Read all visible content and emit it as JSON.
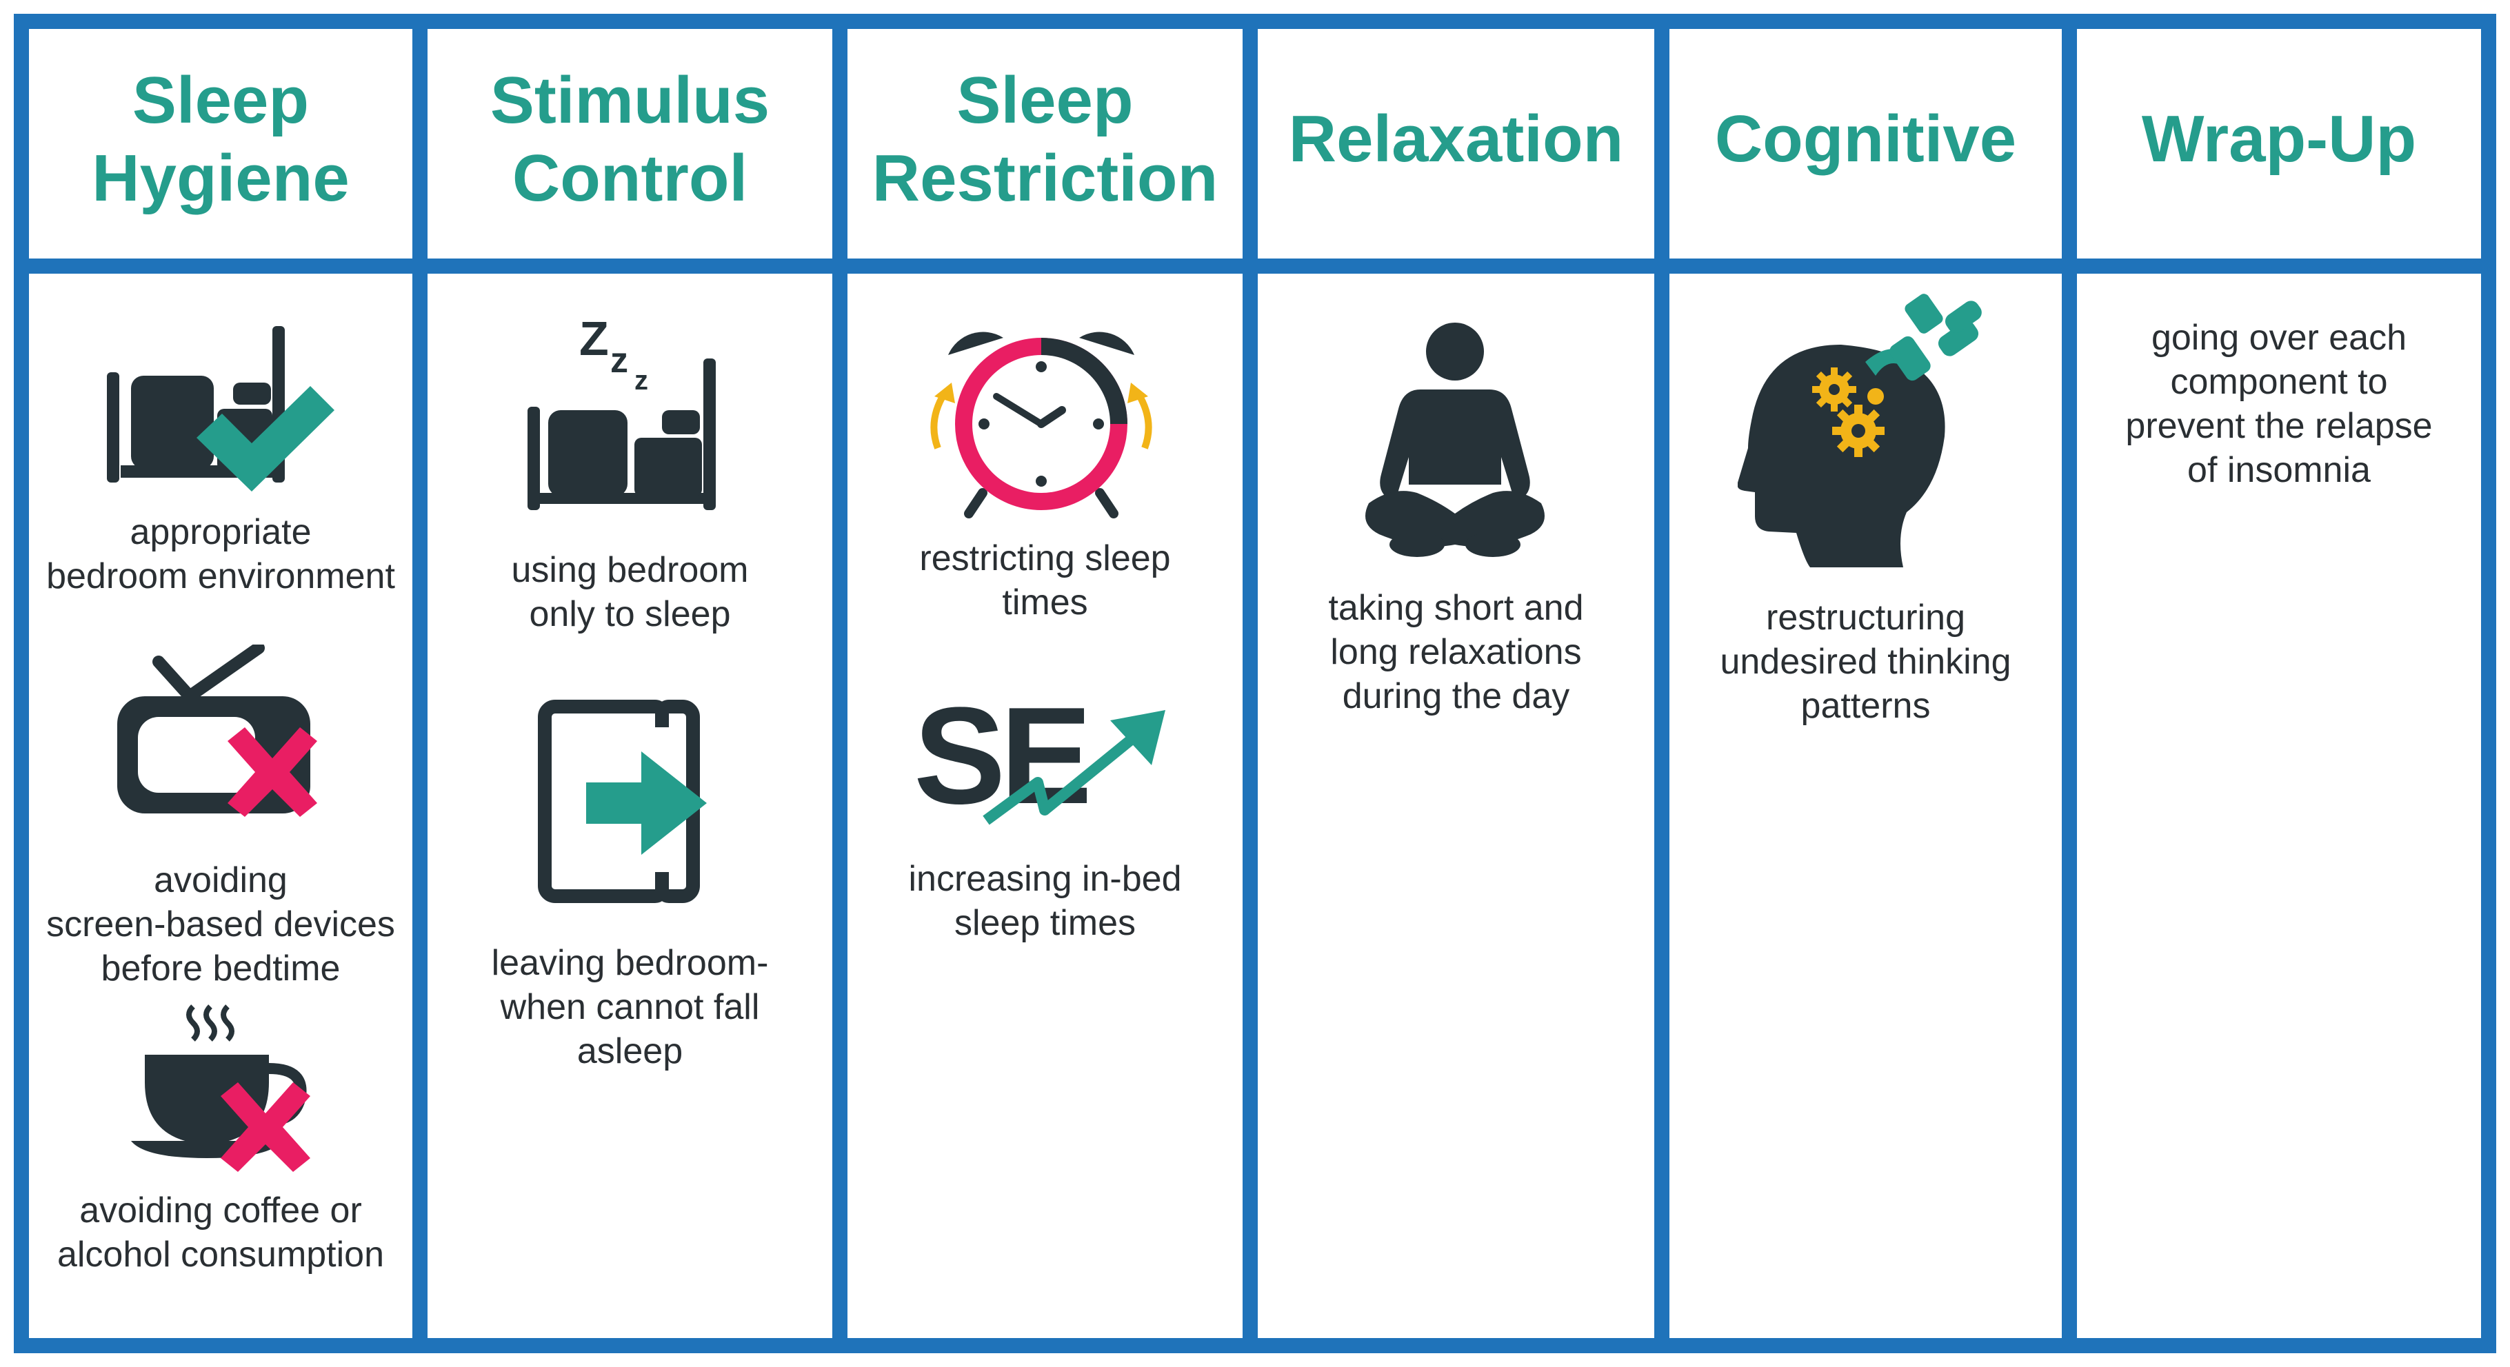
{
  "columns": [
    {
      "title": "Sleep\nHygiene",
      "items": [
        {
          "icon": "bed-check-icon",
          "caption": "appropriate\nbedroom environment"
        },
        {
          "icon": "tv-cross-icon",
          "caption": "avoiding\nscreen-based devices\nbefore bedtime"
        },
        {
          "icon": "coffee-cross-icon",
          "caption": "avoiding coffee or\nalcohol consumption"
        }
      ]
    },
    {
      "title": "Stimulus\nControl",
      "items": [
        {
          "icon": "bed-zzz-icon",
          "caption": "using bedroom\nonly to sleep"
        },
        {
          "icon": "exit-door-icon",
          "caption": "leaving bedroom-\nwhen cannot fall\nasleep"
        }
      ]
    },
    {
      "title": "Sleep\nRestriction",
      "items": [
        {
          "icon": "alarm-clock-icon",
          "caption": "restricting sleep\ntimes"
        },
        {
          "icon": "se-trend-icon",
          "label": "SE",
          "caption": "increasing in-bed\nsleep times"
        }
      ]
    },
    {
      "title": "Relaxation",
      "items": [
        {
          "icon": "meditation-icon",
          "caption": "taking short and\nlong relaxations\nduring the day"
        }
      ]
    },
    {
      "title": "Cognitive",
      "items": [
        {
          "icon": "head-gears-icon",
          "caption": "restructuring\nundesired thinking\npatterns"
        }
      ]
    },
    {
      "title": "Wrap-Up",
      "items": [
        {
          "caption": "going over each\ncomponent to\nprevent the relapse\nof insomnia"
        }
      ]
    }
  ],
  "colors": {
    "border": "#1f73ba",
    "title": "#259d8c",
    "icon_dark": "#263238",
    "accent_teal": "#259d8c",
    "cross_pink": "#e91e63",
    "arrow_yellow": "#f2b418"
  }
}
